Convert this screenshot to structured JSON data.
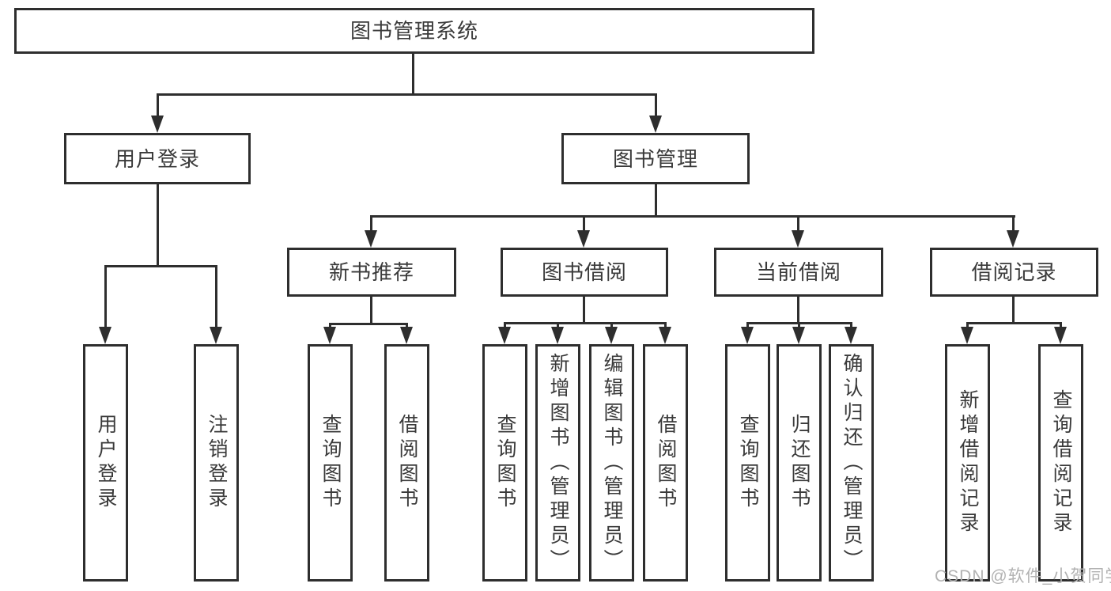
{
  "diagram_type": "hierarchy-tree",
  "colors": {
    "line": "#2e2e2e",
    "text": "#3a3a3a",
    "background": "#ffffff",
    "watermark": "#b2b2b2"
  },
  "watermark": "CSDN @软件_小贺同学",
  "nodes": {
    "root": {
      "label": "图书管理系统"
    },
    "login": {
      "label": "用户登录"
    },
    "mgmt": {
      "label": "图书管理"
    },
    "newbook": {
      "label": "新书推荐"
    },
    "borrow": {
      "label": "图书借阅"
    },
    "current": {
      "label": "当前借阅"
    },
    "records": {
      "label": "借阅记录"
    },
    "login_user": {
      "label": "用户登录"
    },
    "login_logout": {
      "label": "注销登录"
    },
    "newbook_query": {
      "label": "查询图书"
    },
    "newbook_borrow": {
      "label": "借阅图书"
    },
    "borrow_query": {
      "label": "查询图书"
    },
    "borrow_add": {
      "label": "新增图书（管理员）"
    },
    "borrow_edit": {
      "label": "编辑图书（管理员）"
    },
    "borrow_borrow": {
      "label": "借阅图书"
    },
    "current_query": {
      "label": "查询图书"
    },
    "current_return": {
      "label": "归还图书"
    },
    "current_confirm": {
      "label": "确认归还（管理员）"
    },
    "records_add": {
      "label": "新增借阅记录"
    },
    "records_query": {
      "label": "查询借阅记录"
    }
  },
  "hierarchy": {
    "root": [
      "login",
      "mgmt"
    ],
    "login": [
      "login_user",
      "login_logout"
    ],
    "mgmt": [
      "newbook",
      "borrow",
      "current",
      "records"
    ],
    "newbook": [
      "newbook_query",
      "newbook_borrow"
    ],
    "borrow": [
      "borrow_query",
      "borrow_add",
      "borrow_edit",
      "borrow_borrow"
    ],
    "current": [
      "current_query",
      "current_return",
      "current_confirm"
    ],
    "records": [
      "records_add",
      "records_query"
    ]
  }
}
